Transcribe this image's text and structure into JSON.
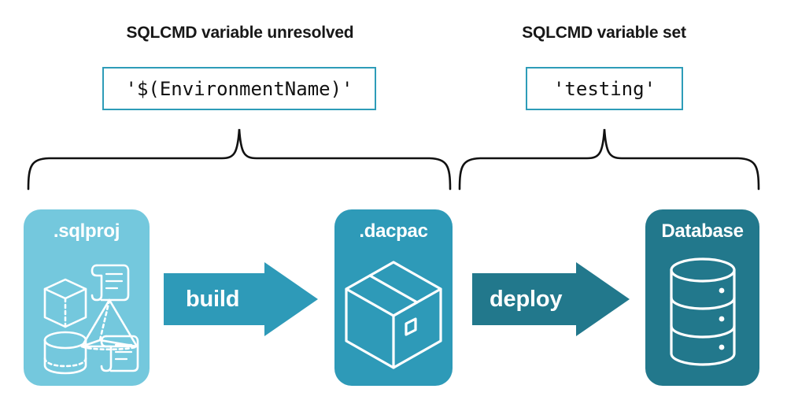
{
  "headings": {
    "left": "SQLCMD variable unresolved",
    "right": "SQLCMD variable set"
  },
  "value_boxes": {
    "left": "'$(EnvironmentName)'",
    "right": "'testing'"
  },
  "panels": [
    {
      "id": "sqlproj",
      "title": ".sqlproj",
      "color": "#74c8dd",
      "icons": [
        "cube-icon",
        "scroll-icon",
        "pyramid-icon",
        "cylinder-icon",
        "scroll-icon"
      ]
    },
    {
      "id": "dacpac",
      "title": ".dacpac",
      "color": "#2e9ab8",
      "icons": [
        "package-box-icon"
      ]
    },
    {
      "id": "database",
      "title": "Database",
      "color": "#22788c",
      "icons": [
        "database-cylinder-icon"
      ]
    }
  ],
  "arrows": [
    {
      "id": "build",
      "label": "build",
      "color": "#2e9ab8"
    },
    {
      "id": "deploy",
      "label": "deploy",
      "color": "#22788c"
    }
  ],
  "braces": {
    "left_label_ref": "SQLCMD variable unresolved",
    "right_label_ref": "SQLCMD variable set"
  },
  "colors": {
    "light_teal": "#74c8dd",
    "mid_teal": "#2e9ab8",
    "dark_teal": "#22788c",
    "box_border": "#2e9cb8",
    "text": "#171717",
    "background": "#ffffff"
  }
}
